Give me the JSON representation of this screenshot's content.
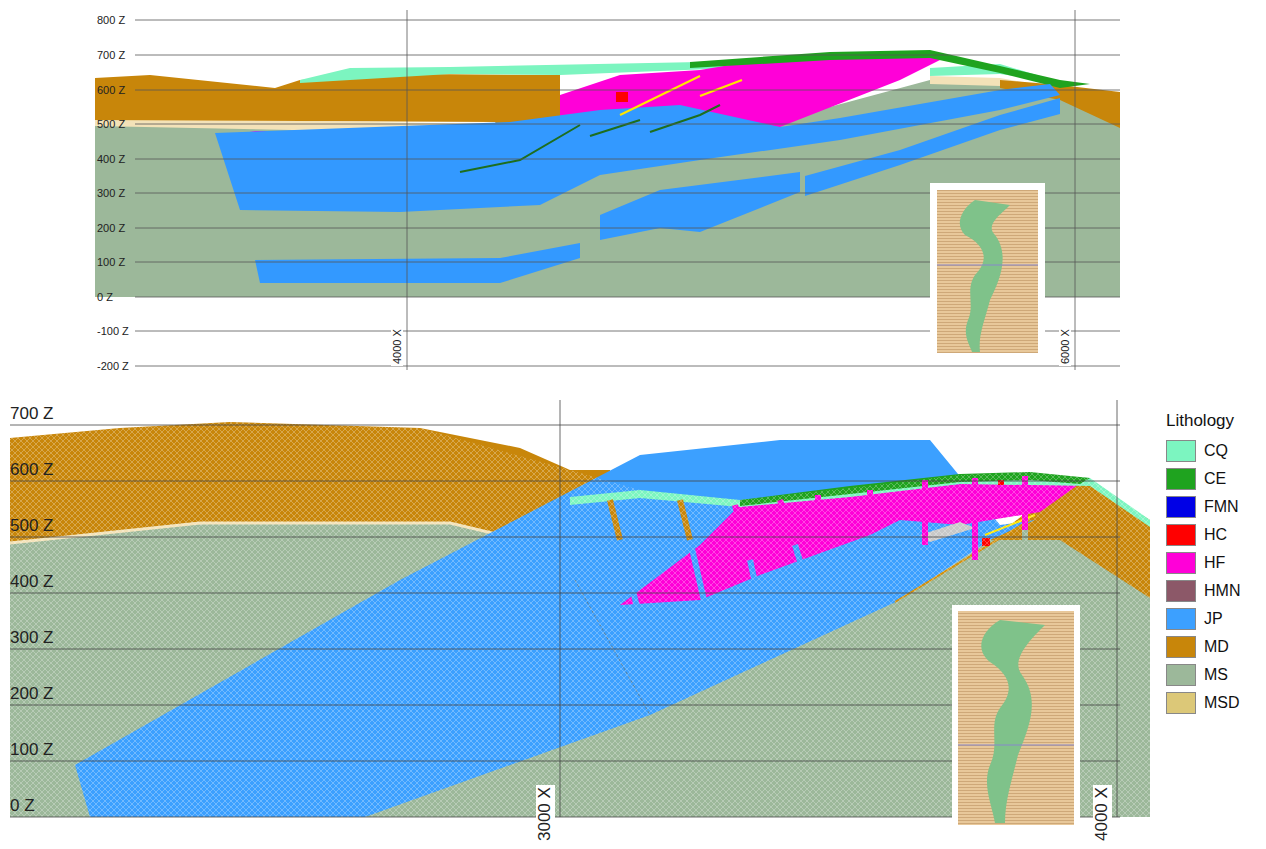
{
  "diagram": {
    "labels": [
      "800 Z",
      "700 Z",
      "600 Z",
      "500 Z",
      "400 Z",
      "300 Z",
      "200 Z",
      "100 Z",
      "0 Z",
      "-100 Z",
      "-200 Z",
      "4000 X",
      "6000 X",
      "700 Z",
      "600 Z",
      "500 Z",
      "400 Z",
      "300 Z",
      "200 Z",
      "100 Z",
      "0 Z",
      "3000 X",
      "4000 X",
      "Lithology"
    ],
    "legend": [
      {
        "text": "CQ",
        "color": "#7cf5c0"
      },
      {
        "text": "CE",
        "color": "#1fa31f"
      },
      {
        "text": "FMN",
        "color": "#0000e6"
      },
      {
        "text": "HC",
        "color": "#ff0000"
      },
      {
        "text": "HF",
        "color": "#ff00d8"
      },
      {
        "text": "HMN",
        "color": "#8c5868"
      },
      {
        "text": "JP",
        "color": "#3ca0ff"
      },
      {
        "text": "MD",
        "color": "#c8860a"
      },
      {
        "text": "MS",
        "color": "#9cb89a"
      },
      {
        "text": "MSD",
        "color": "#dcc878"
      }
    ]
  }
}
